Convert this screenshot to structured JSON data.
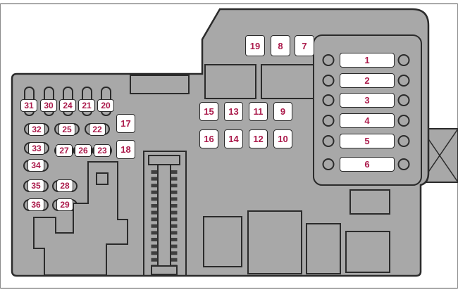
{
  "colors": {
    "bg": "#ffffff",
    "body": "#a8a8a8",
    "outline": "#2b2b2b",
    "badge_bg": "#ffffff",
    "label": "#ab1a4b"
  },
  "fuse_labels": {
    "right_panel": [
      "1",
      "2",
      "3",
      "4",
      "5",
      "6"
    ],
    "top_row": [
      "19",
      "8",
      "7"
    ],
    "grid_top": [
      "15",
      "13",
      "11",
      "9"
    ],
    "grid_bottom": [
      "16",
      "14",
      "12",
      "10"
    ],
    "left_vertical": [
      "31",
      "30",
      "24",
      "21",
      "20"
    ],
    "left_row_a": [
      "32",
      "25",
      "22"
    ],
    "square_upper": "17",
    "left_row_b": [
      "33",
      "27",
      "26",
      "23"
    ],
    "square_lower": "18",
    "left_row_c": [
      "34"
    ],
    "left_row_d": [
      "35",
      "28"
    ],
    "left_row_e": [
      "36",
      "29"
    ]
  }
}
